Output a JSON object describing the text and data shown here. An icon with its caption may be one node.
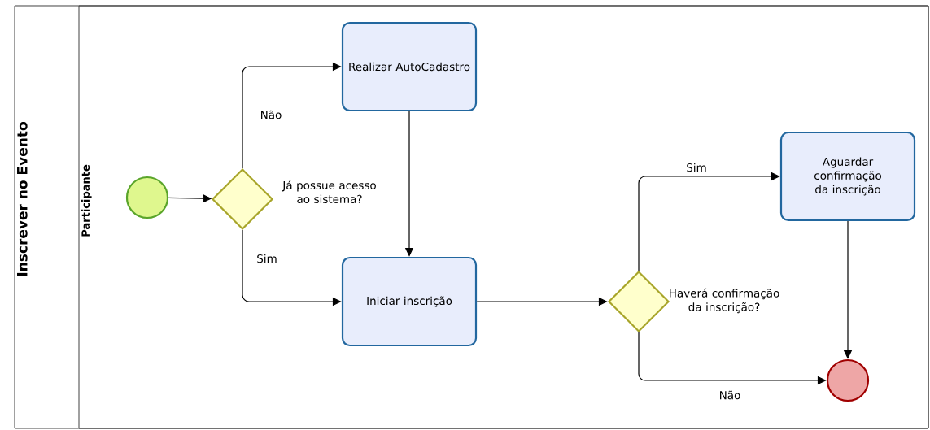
{
  "diagram": {
    "nodes": [
      {
        "text": [
          "Inscrever no Evento"
        ]
      },
      {
        "text": [
          "Participante"
        ],
        "in": 0
      },
      {
        "text": [],
        "shape": "circle",
        "in": 1
      },
      {
        "text": [],
        "shape": "diamond",
        "beside": [
          "Já possue acesso ao sistema?"
        ],
        "in": 1
      },
      {
        "text": [
          "Realizar AutoCadastro"
        ],
        "in": 1
      },
      {
        "text": [
          "Iniciar inscrição"
        ],
        "in": 1
      },
      {
        "text": [],
        "shape": "diamond",
        "beside": [
          "Haverá confirmação da inscrição?"
        ],
        "in": 1
      },
      {
        "text": [
          "Aguardar confirmação da inscrição"
        ],
        "in": 1
      },
      {
        "text": [],
        "shape": "circle",
        "in": 1
      }
    ],
    "edges": [
      {
        "from": 2,
        "to": 3,
        "arrow": "to"
      },
      {
        "from": 3,
        "to": 4,
        "arrow": "to",
        "label": "Não"
      },
      {
        "from": 3,
        "to": 5,
        "arrow": "to",
        "label": "Sim"
      },
      {
        "from": 4,
        "to": 5,
        "arrow": "to"
      },
      {
        "from": 5,
        "to": 6,
        "arrow": "to"
      },
      {
        "from": 6,
        "to": 7,
        "arrow": "to",
        "label": "Sim"
      },
      {
        "from": 6,
        "to": 8,
        "arrow": "to",
        "label": "Não"
      },
      {
        "from": 7,
        "to": 8,
        "arrow": "to"
      }
    ]
  }
}
